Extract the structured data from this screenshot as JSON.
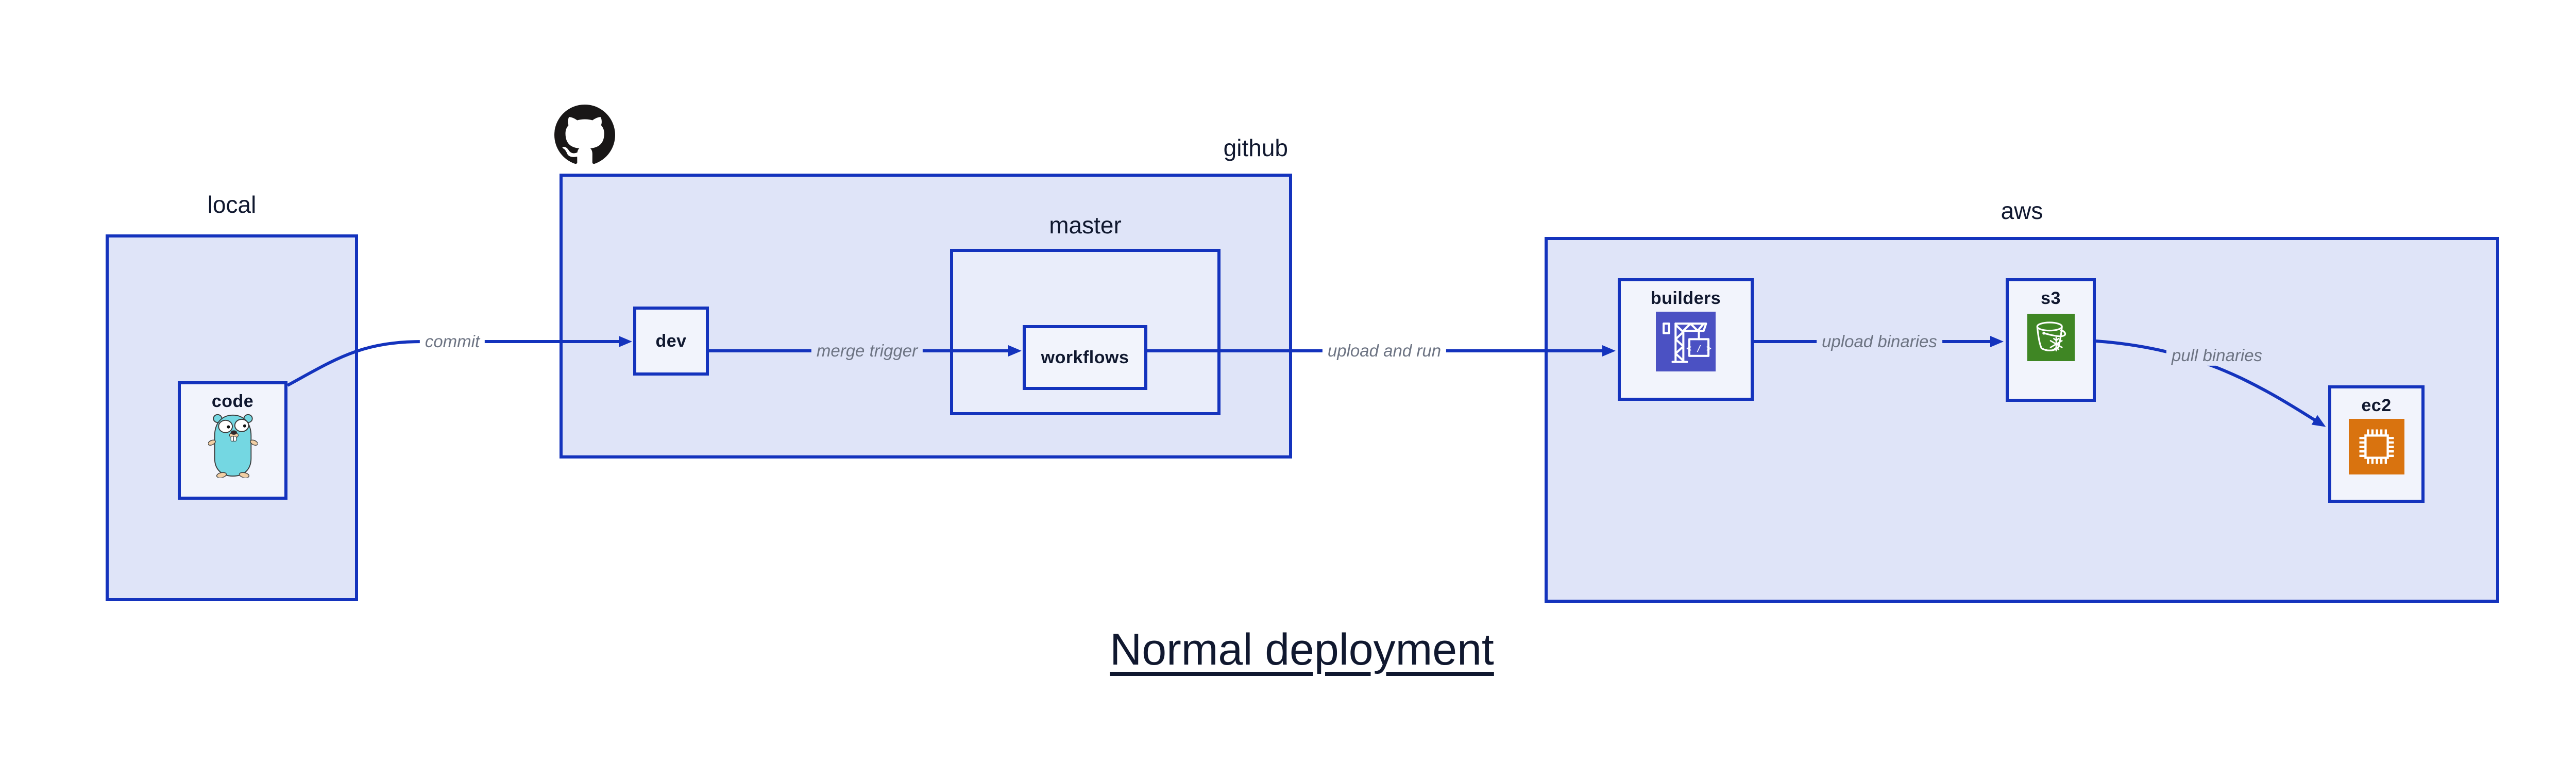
{
  "diagram": {
    "title": "Normal deployment",
    "groups": {
      "local": {
        "label": "local"
      },
      "github": {
        "label": "github"
      },
      "master": {
        "label": "master"
      },
      "aws": {
        "label": "aws"
      }
    },
    "nodes": {
      "code": {
        "label": "code",
        "icon": "go-gopher-icon"
      },
      "dev": {
        "label": "dev"
      },
      "workflows": {
        "label": "workflows"
      },
      "builders": {
        "label": "builders",
        "icon": "codebuild-crane-icon"
      },
      "s3": {
        "label": "s3",
        "icon": "s3-bucket-snowflake-icon"
      },
      "ec2": {
        "label": "ec2",
        "icon": "ec2-chip-icon"
      }
    },
    "edges": {
      "commit": {
        "label": "commit",
        "from": "code",
        "to": "dev"
      },
      "merge_trigger": {
        "label": "merge trigger",
        "from": "dev",
        "to": "workflows"
      },
      "upload_and_run": {
        "label": "upload and run",
        "from": "workflows",
        "to": "builders"
      },
      "upload_binaries": {
        "label": "upload binaries",
        "from": "builders",
        "to": "s3"
      },
      "pull_binaries": {
        "label": "pull binaries",
        "from": "s3",
        "to": "ec2"
      }
    },
    "icons": {
      "github_logo": "github-octocat-icon",
      "codebuild_glyph": "< / >"
    },
    "colors": {
      "stroke_blue": "#1433bd",
      "container_fill": "#dfe4f8",
      "master_fill": "#e9edfa",
      "node_fill": "#f2f4fc",
      "heading_text": "#10182f",
      "edge_label_text": "#6d7483",
      "octocat_black": "#191717",
      "codebuild_purple": "#4b51c3",
      "s3_green": "#3f8624",
      "ec2_orange": "#d9730f",
      "gopher_teal": "#74d7e2",
      "gopher_tan": "#f2cfa4"
    }
  }
}
